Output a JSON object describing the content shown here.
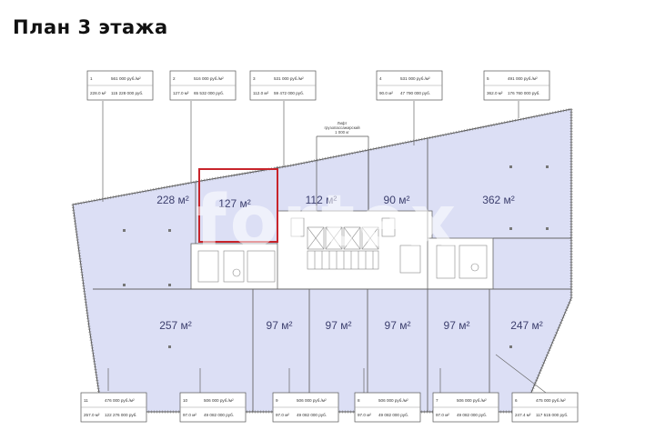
{
  "title": "План 3 этажа",
  "highlight_color": "#c8242b",
  "unit_fill": "#dcdff5",
  "watermark": "fortex",
  "lift_note": {
    "line1": "Лифт",
    "line2": "грузопассажирский",
    "line3": "1 000 кг"
  },
  "units": [
    {
      "id": "u228",
      "area": "228 м²"
    },
    {
      "id": "u127",
      "area": "127 м²"
    },
    {
      "id": "u112",
      "area": "112 м²"
    },
    {
      "id": "u90",
      "area": "90 м²"
    },
    {
      "id": "u362",
      "area": "362 м²"
    },
    {
      "id": "u257",
      "area": "257 м²"
    },
    {
      "id": "u97a",
      "area": "97 м²"
    },
    {
      "id": "u97b",
      "area": "97 м²"
    },
    {
      "id": "u97c",
      "area": "97 м²"
    },
    {
      "id": "u97d",
      "area": "97 м²"
    },
    {
      "id": "u247",
      "area": "247 м²"
    }
  ],
  "info_boxes": {
    "top": [
      {
        "num": "1",
        "price": "561 000 руб./м²",
        "area": "228.0 м²",
        "total": "115 228 000 руб."
      },
      {
        "num": "2",
        "price": "516 000 руб./м²",
        "area": "127.0 м²",
        "total": "65 532 000 руб."
      },
      {
        "num": "3",
        "price": "531 000 руб./м²",
        "area": "112.0 м²",
        "total": "59 472 000 руб."
      },
      {
        "num": "4",
        "price": "531 000 руб./м²",
        "area": "90.0 м²",
        "total": "47 790 000 руб."
      },
      {
        "num": "5",
        "price": "491 000 руб./м²",
        "area": "362.0 м²",
        "total": "176 760 000 руб."
      }
    ],
    "bottom": [
      {
        "num": "11",
        "price": "476 000 руб./м²",
        "area": "257.0 м²",
        "total": "122 276 000 руб."
      },
      {
        "num": "10",
        "price": "506 000 руб./м²",
        "area": "97.0 м²",
        "total": "49 082 000 руб."
      },
      {
        "num": "9",
        "price": "506 000 руб./м²",
        "area": "97.0 м²",
        "total": "49 082 000 руб."
      },
      {
        "num": "8",
        "price": "506 000 руб./м²",
        "area": "97.0 м²",
        "total": "49 082 000 руб."
      },
      {
        "num": "7",
        "price": "506 000 руб./м²",
        "area": "97.0 м²",
        "total": "49 082 000 руб."
      },
      {
        "num": "6",
        "price": "475 000 руб./м²",
        "area": "247.4 м²",
        "total": "117 515 000 руб."
      }
    ]
  }
}
